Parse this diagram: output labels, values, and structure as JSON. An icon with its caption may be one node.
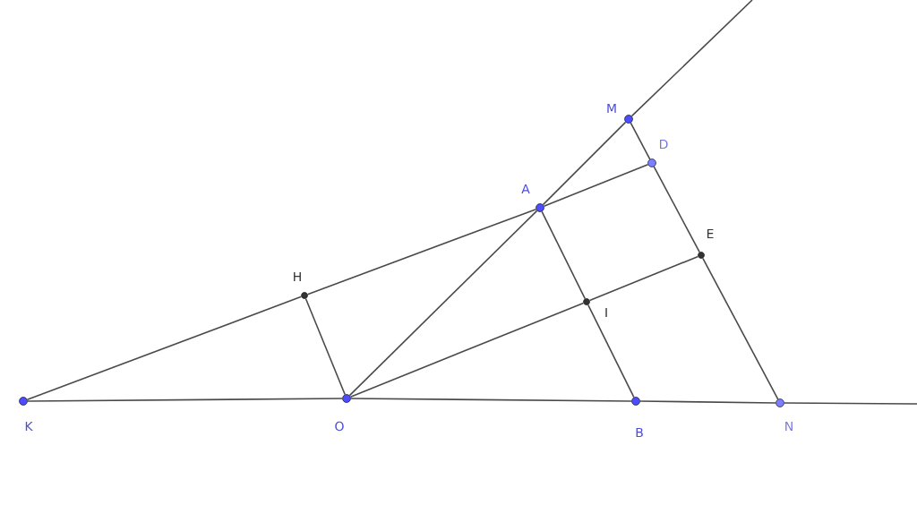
{
  "diagram": {
    "nodes": [
      {
        "text": [],
        "shape": "circle",
        "beside": [
          "M"
        ]
      },
      {
        "text": [],
        "shape": "circle",
        "beside": [
          "D"
        ]
      },
      {
        "text": [],
        "shape": "circle",
        "beside": [
          "A"
        ]
      },
      {
        "text": [],
        "shape": "circle",
        "beside": [
          "E"
        ]
      },
      {
        "text": [],
        "shape": "circle",
        "beside": [
          "H"
        ]
      },
      {
        "text": [],
        "shape": "circle",
        "beside": [
          "I"
        ]
      },
      {
        "text": [],
        "shape": "circle",
        "beside": [
          "K"
        ]
      },
      {
        "text": [],
        "shape": "circle",
        "beside": [
          "O"
        ]
      },
      {
        "text": [],
        "shape": "circle",
        "beside": [
          "B"
        ]
      },
      {
        "text": [],
        "shape": "circle",
        "beside": [
          "N"
        ]
      }
    ],
    "edges": [
      {
        "from": 6,
        "to": 4,
        "arrow": "none"
      },
      {
        "from": 4,
        "to": 2,
        "arrow": "none"
      },
      {
        "from": 2,
        "to": 1,
        "arrow": "none"
      },
      {
        "from": 6,
        "to": 7,
        "arrow": "none"
      },
      {
        "from": 7,
        "to": 8,
        "arrow": "none"
      },
      {
        "from": 8,
        "to": 9,
        "arrow": "none"
      },
      {
        "from": 9,
        "to": null,
        "arrow": "none"
      },
      {
        "from": 7,
        "to": 2,
        "arrow": "none"
      },
      {
        "from": 2,
        "to": 0,
        "arrow": "none"
      },
      {
        "from": 0,
        "to": null,
        "arrow": "none"
      },
      {
        "from": 0,
        "to": 1,
        "arrow": "none"
      },
      {
        "from": 1,
        "to": 3,
        "arrow": "none"
      },
      {
        "from": 3,
        "to": 9,
        "arrow": "none"
      },
      {
        "from": 4,
        "to": 7,
        "arrow": "none"
      },
      {
        "from": 2,
        "to": 5,
        "arrow": "none"
      },
      {
        "from": 5,
        "to": 8,
        "arrow": "none"
      },
      {
        "from": 7,
        "to": 5,
        "arrow": "none"
      },
      {
        "from": 5,
        "to": 3,
        "arrow": "none"
      }
    ]
  }
}
